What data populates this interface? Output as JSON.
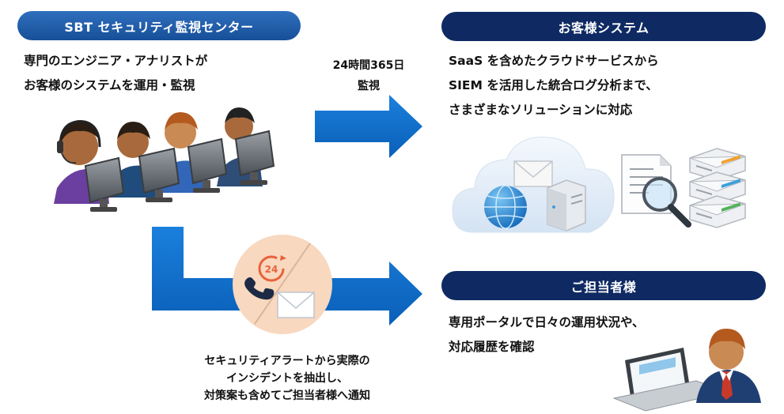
{
  "left_panel": {
    "title": "SBT セキュリティ監視センター",
    "desc_line1": "専門のエンジニア・アナリストが",
    "desc_line2": "お客様のシステムを運用・監視"
  },
  "arrow_label": {
    "line1": "24時間365日",
    "line2": "監視"
  },
  "customer_system": {
    "title": "お客様システム",
    "line1": "SaaS を含めたクラウドサービスから",
    "line2": "SIEM を活用した統合ログ分析まで、",
    "line3": "さまざまなソリューションに対応"
  },
  "notify_badge": {
    "number": "24"
  },
  "alert_text": {
    "line1": "セキュリティアラートから実際の",
    "line2": "インシデントを抽出し、",
    "line3": "対策案も含めてご担当者様へ通知"
  },
  "contact": {
    "title": "ご担当者様",
    "line1": "専用ポータルで日々の運用状況や、",
    "line2": "対応履歴を確認"
  },
  "colors": {
    "arrow_blue": "#0b6cc9",
    "pill_dark": "#0f2a63",
    "pill_light": "#1f5fae",
    "circle_peach": "#f8d8bf"
  }
}
